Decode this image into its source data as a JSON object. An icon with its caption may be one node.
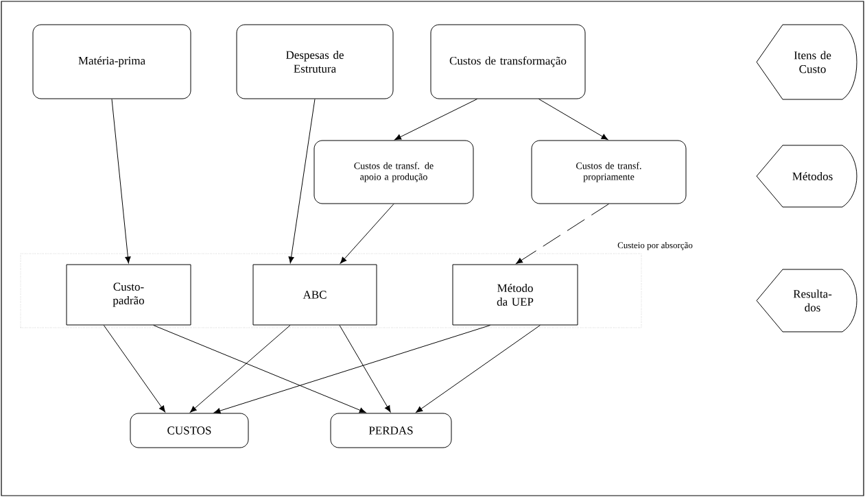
{
  "diagram": {
    "nodes": [
      {
        "text": [
          "Matéria-prima"
        ]
      },
      {
        "text": [
          "Despesas de Estrutura"
        ]
      },
      {
        "text": [
          "Custos de transformação"
        ]
      },
      {
        "text": [
          "Itens de Custo"
        ]
      },
      {
        "text": [
          "Custos de transf. de apoio a produção"
        ]
      },
      {
        "text": [
          "Custos de transf. propriamente"
        ]
      },
      {
        "text": [
          "Métodos"
        ]
      },
      {
        "text": [
          "Custeio por absorção"
        ]
      },
      {
        "text": [
          "Custo-padrão"
        ],
        "in": 7
      },
      {
        "text": [
          "ABC"
        ],
        "in": 7
      },
      {
        "text": [
          "Método da UEP"
        ],
        "in": 7
      },
      {
        "text": [
          "Resulta-dos"
        ]
      },
      {
        "text": [
          "CUSTOS"
        ]
      },
      {
        "text": [
          "PERDAS"
        ]
      }
    ],
    "edges": [
      {
        "from": 0,
        "to": 8,
        "arrow": "to"
      },
      {
        "from": 1,
        "to": 9,
        "arrow": "to"
      },
      {
        "from": 2,
        "to": 4,
        "arrow": "to"
      },
      {
        "from": 2,
        "to": 5,
        "arrow": "to"
      },
      {
        "from": 4,
        "to": 9,
        "arrow": "to"
      },
      {
        "from": 5,
        "to": 10,
        "arrow": "to",
        "style": "dashed"
      },
      {
        "from": 8,
        "to": 12,
        "arrow": "to"
      },
      {
        "from": 8,
        "to": 13,
        "arrow": "to"
      },
      {
        "from": 9,
        "to": 12,
        "arrow": "to"
      },
      {
        "from": 9,
        "to": 13,
        "arrow": "to"
      },
      {
        "from": 10,
        "to": 12,
        "arrow": "to"
      },
      {
        "from": 10,
        "to": 13,
        "arrow": "to"
      }
    ]
  }
}
